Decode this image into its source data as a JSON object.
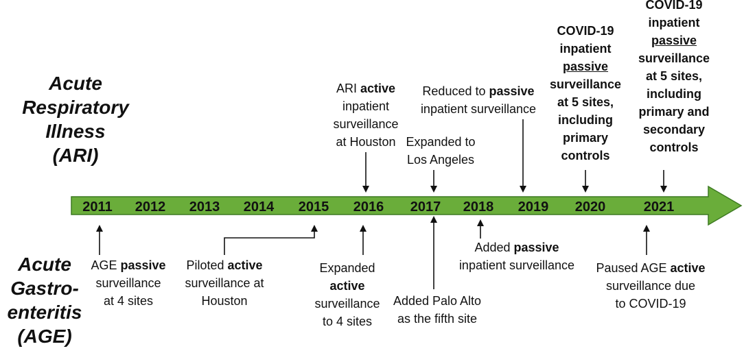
{
  "ari_title": [
    "Acute",
    "Respiratory",
    "Illness",
    "(ARI)"
  ],
  "age_title": [
    "Acute",
    "Gastro-",
    "enteritis",
    "(AGE)"
  ],
  "years": [
    "2011",
    "2012",
    "2013",
    "2014",
    "2015",
    "2016",
    "2017",
    "2018",
    "2019",
    "2020",
    "2021"
  ],
  "colors": {
    "timeline_fill": "#6aad3a",
    "timeline_stroke": "#3d7a22",
    "text": "#111111"
  },
  "ari_events": {
    "houston_ari": {
      "line1_pre": "ARI ",
      "line1_bold": "active",
      "line2": "inpatient",
      "line3": "surveillance",
      "line4": "at Houston"
    },
    "los_angeles": {
      "line1": "Expanded to",
      "line2": "Los Angeles"
    },
    "reduced_passive": {
      "line1_pre": "Reduced to ",
      "line1_bold": "passive",
      "line2": "inpatient surveillance"
    },
    "covid_2020": {
      "line1": "COVID-19",
      "line2": "inpatient",
      "line3": "passive",
      "line4": "surveillance",
      "line5": "at 5 sites,",
      "line6": "including",
      "line7": "primary",
      "line8": "controls"
    },
    "covid_2021": {
      "line1": "COVID-19",
      "line2": "inpatient",
      "line3": "passive",
      "line4": "surveillance",
      "line5": "at 5 sites,",
      "line6": "including",
      "line7": "primary and",
      "line8": "secondary",
      "line9": "controls"
    }
  },
  "age_events": {
    "age_passive": {
      "line1_pre": "AGE ",
      "line1_bold": "passive",
      "line2": "surveillance",
      "line3": "at 4 sites"
    },
    "piloted": {
      "line1_pre": "Piloted ",
      "line1_bold": "active",
      "line2": "surveillance at",
      "line3": "Houston"
    },
    "expanded": {
      "line1": "Expanded",
      "line2_bold": "active",
      "line3": "surveillance",
      "line4": "to 4 sites"
    },
    "palo_alto": {
      "line1": "Added Palo Alto",
      "line2": "as the fifth site"
    },
    "added_passive": {
      "line1_pre": "Added ",
      "line1_bold": "passive",
      "line2": "inpatient surveillance"
    },
    "paused": {
      "line1_pre": "Paused AGE ",
      "line1_bold": "active",
      "line2": "surveillance due",
      "line3": "to COVID-19"
    }
  }
}
